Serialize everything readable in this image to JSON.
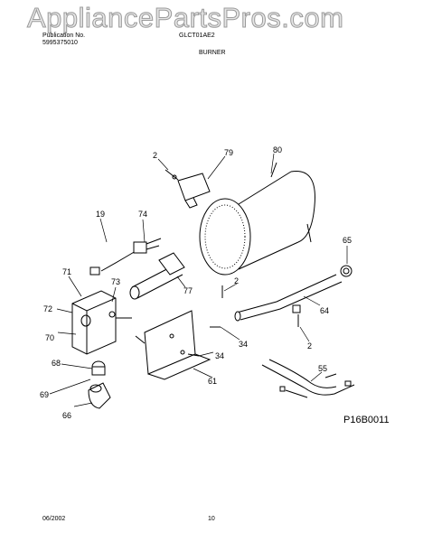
{
  "watermark": "AppliancePartsPros.com",
  "header": {
    "pub_label": "Publication No.",
    "pub_number": "5995375010",
    "model": "GLCT01AE2",
    "section": "BURNER"
  },
  "callouts": [
    "2",
    "79",
    "80",
    "19",
    "74",
    "65",
    "71",
    "73",
    "2",
    "77",
    "72",
    "64",
    "70",
    "34",
    "2",
    "68",
    "34",
    "69",
    "61",
    "55",
    "66"
  ],
  "figure_code": "P16B0011",
  "footer": {
    "date": "06/2002",
    "page": "10"
  }
}
